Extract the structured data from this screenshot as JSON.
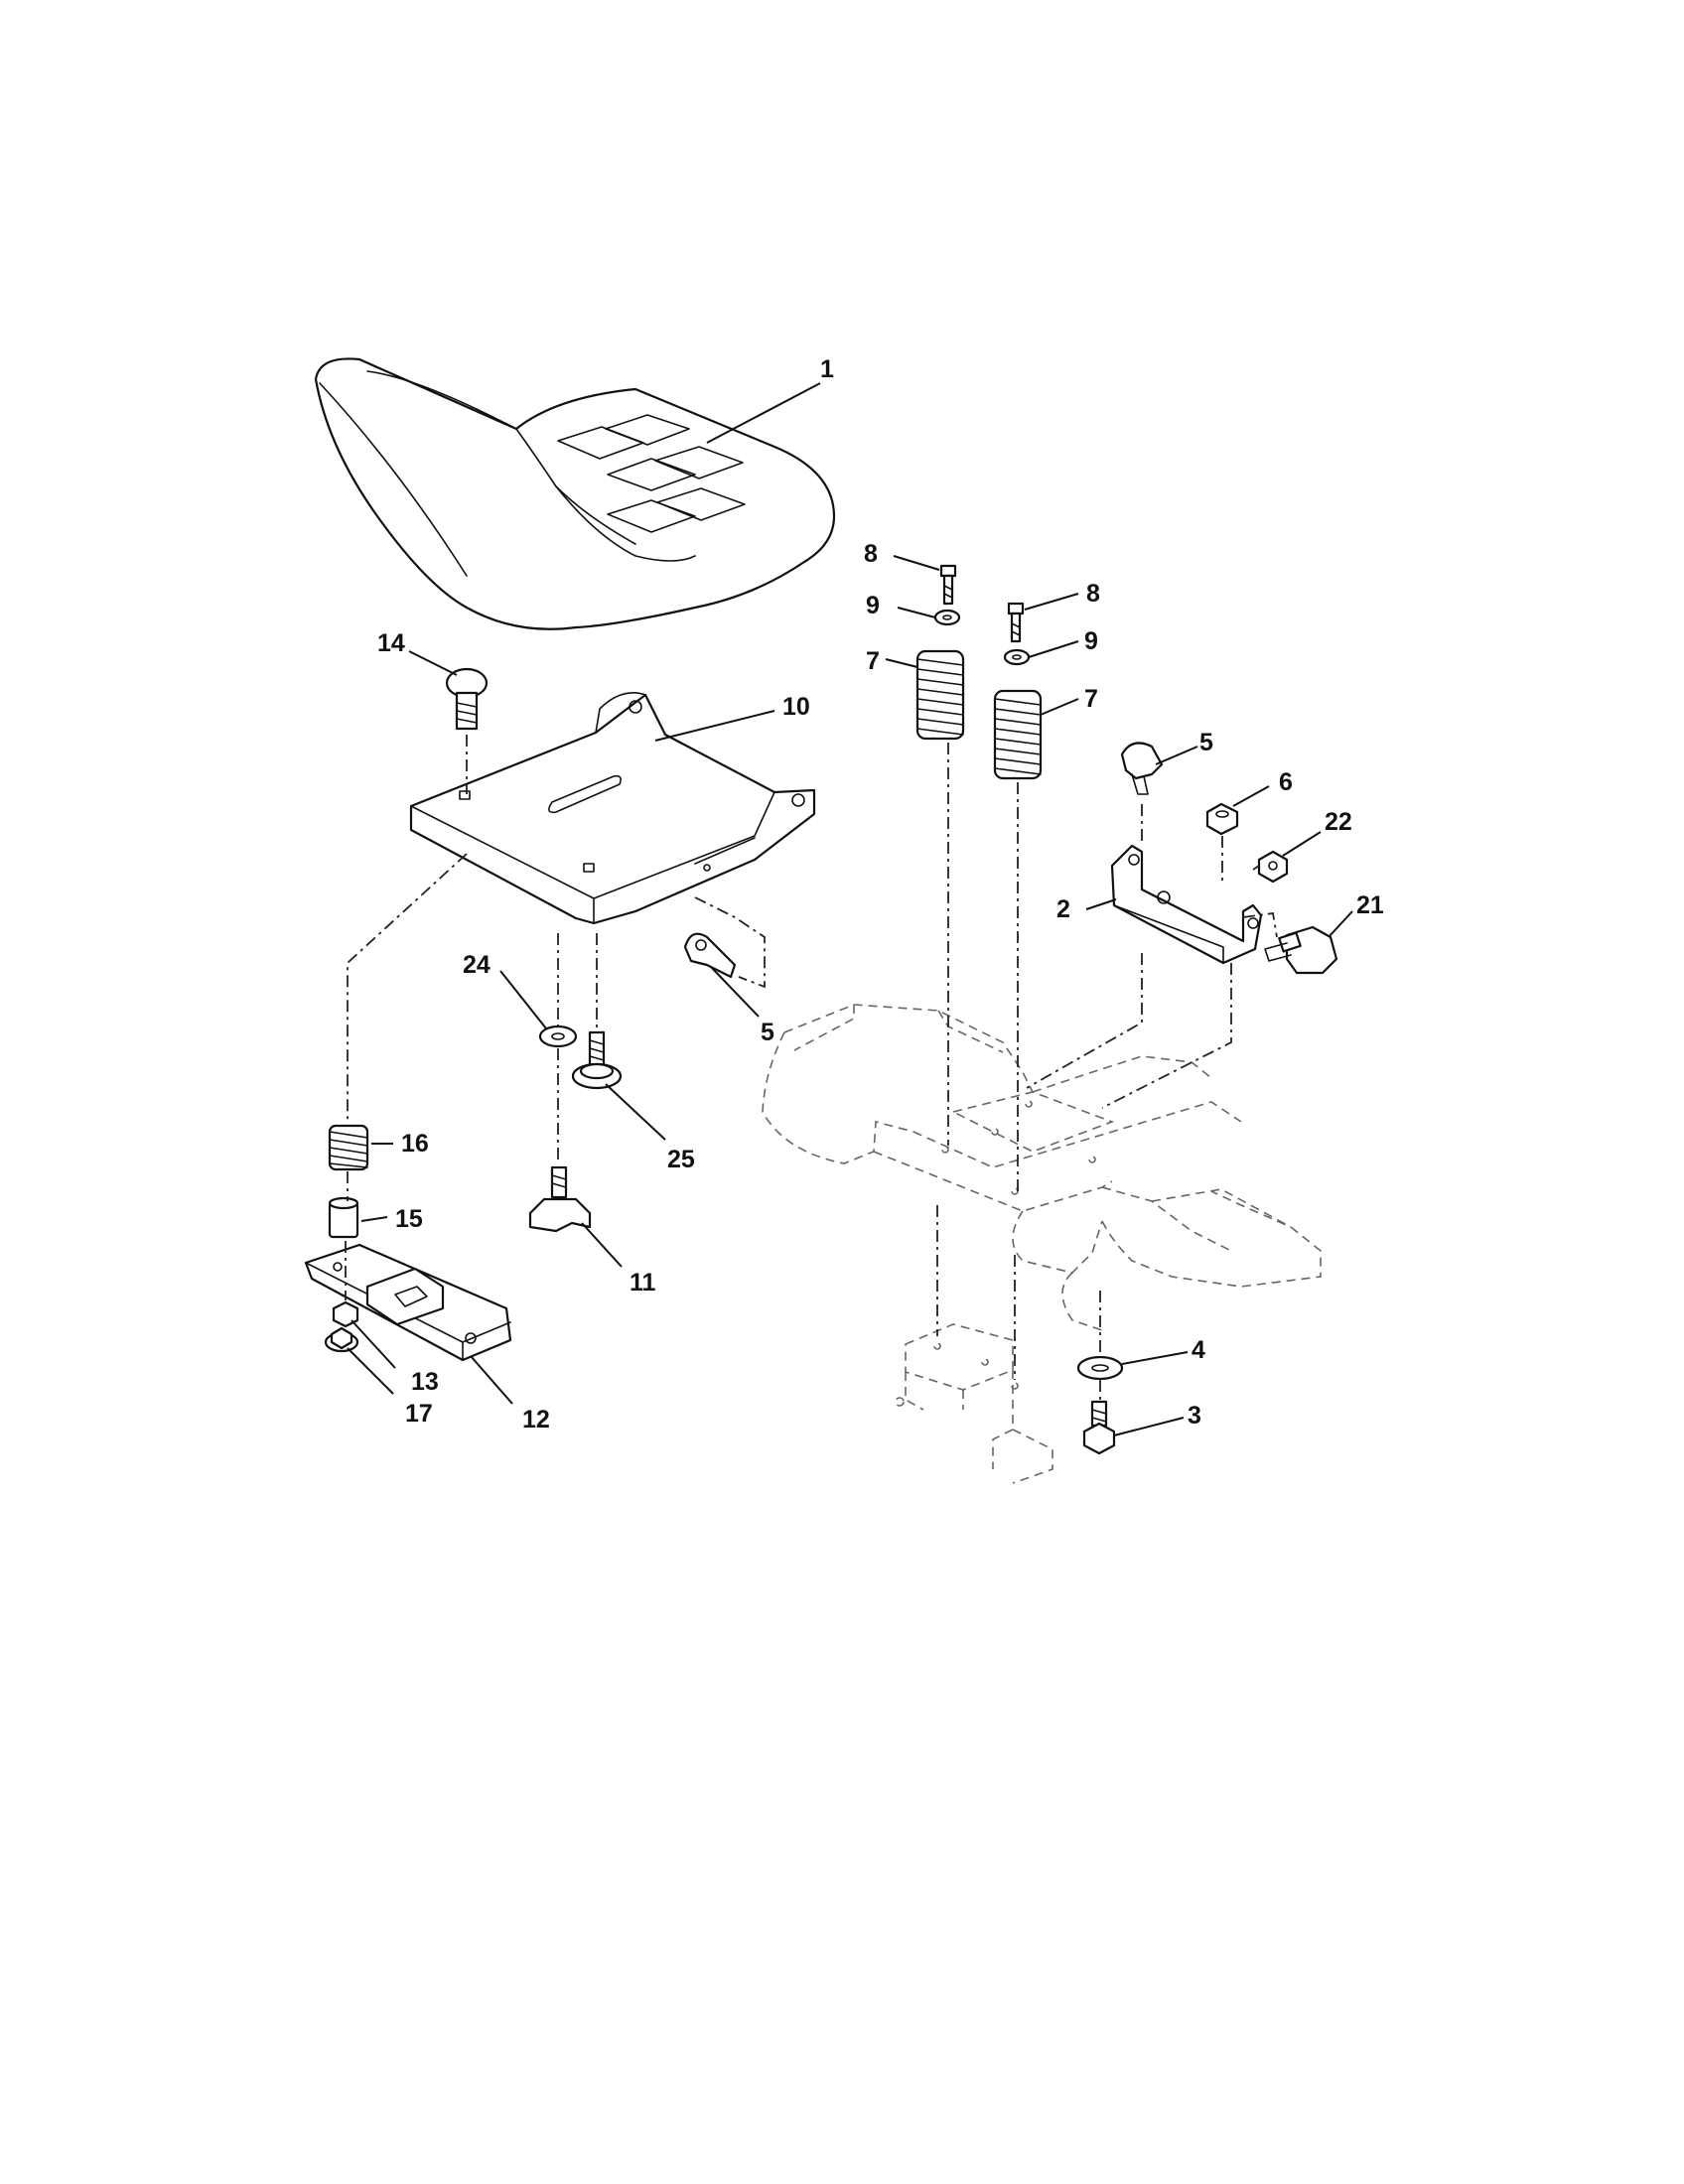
{
  "callouts": {
    "c1": "1",
    "c2": "2",
    "c3": "3",
    "c4": "4",
    "c5a": "5",
    "c5b": "5",
    "c6": "6",
    "c7a": "7",
    "c7b": "7",
    "c8a": "8",
    "c8b": "8",
    "c9a": "9",
    "c9b": "9",
    "c10": "10",
    "c11": "11",
    "c12": "12",
    "c13": "13",
    "c14": "14",
    "c15": "15",
    "c16": "16",
    "c17": "17",
    "c21": "21",
    "c22": "22",
    "c24": "24",
    "c25": "25"
  }
}
